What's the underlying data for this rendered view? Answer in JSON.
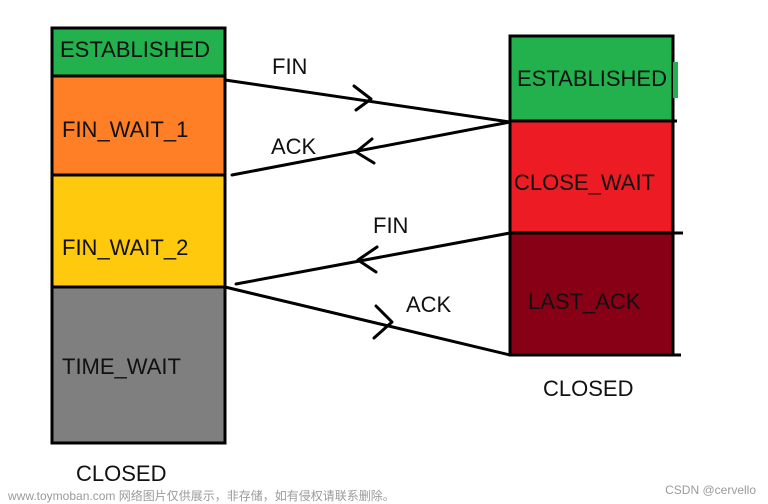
{
  "colors": {
    "established": "#22b14c",
    "fin_wait_1": "#ff7f27",
    "fin_wait_2": "#ffc90e",
    "time_wait": "#7f7f7f",
    "close_wait": "#ed1c24",
    "last_ack": "#880015",
    "border": "#000000"
  },
  "client": {
    "states": [
      "ESTABLISHED",
      "FIN_WAIT_1",
      "FIN_WAIT_2",
      "TIME_WAIT"
    ],
    "final": "CLOSED"
  },
  "server": {
    "states": [
      "ESTABLISHED",
      "CLOSE_WAIT",
      "LAST_ACK"
    ],
    "final": "CLOSED"
  },
  "messages": [
    "FIN",
    "ACK",
    "FIN",
    "ACK"
  ],
  "footer": {
    "left": "www.toymoban.com 网络图片仅供展示，非存储，如有侵权请联系删除。",
    "right": "CSDN @cervello"
  }
}
